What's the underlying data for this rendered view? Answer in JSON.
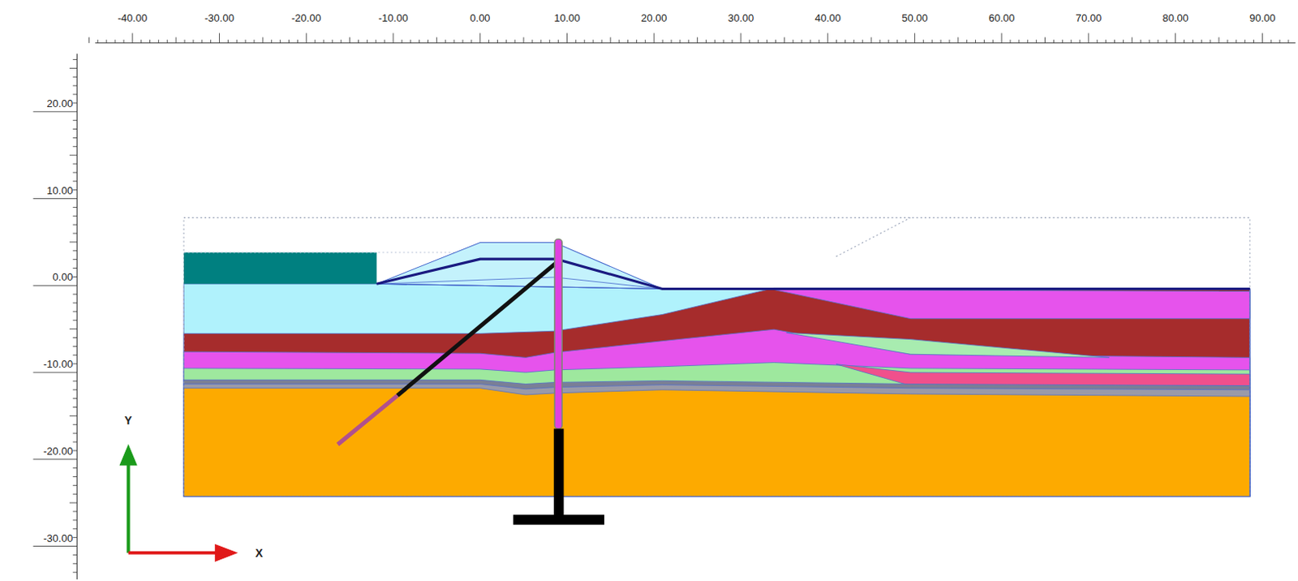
{
  "diagram": {
    "labels": [
      "-40.00",
      "-30.00",
      "-20.00",
      "-10.00",
      "0.00",
      "10.00",
      "20.00",
      "30.00",
      "40.00",
      "50.00",
      "60.00",
      "70.00",
      "80.00",
      "90.00",
      "20.00",
      "10.00",
      "0.00",
      "-10.00",
      "-20.00",
      "-30.00",
      "Y",
      "X"
    ]
  }
}
